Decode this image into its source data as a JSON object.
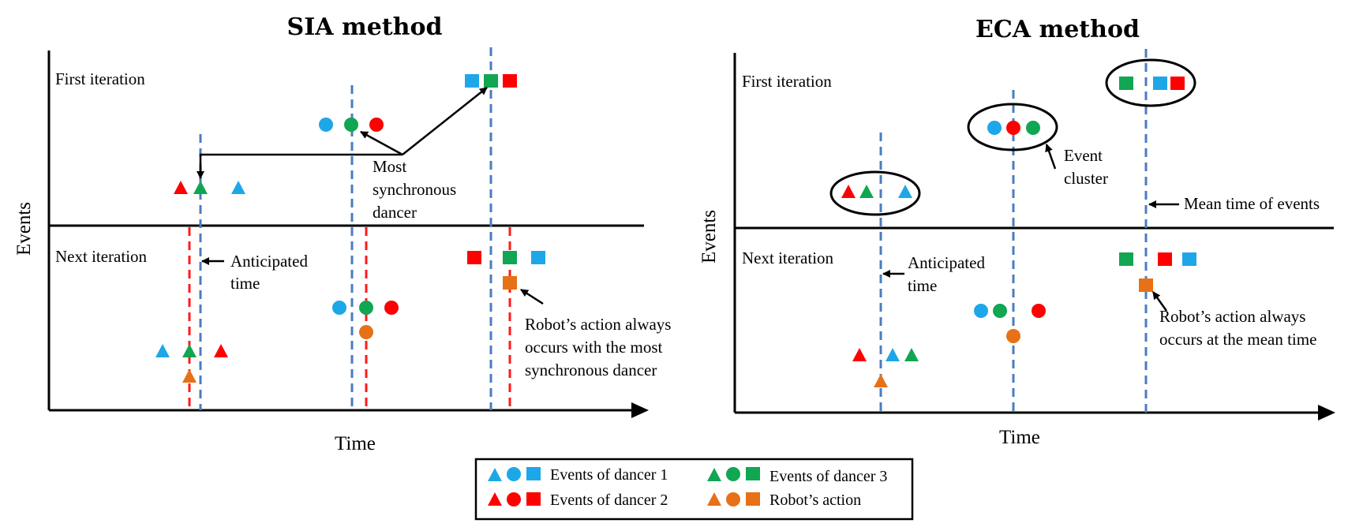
{
  "colors": {
    "dancer1": "#1ea7e8",
    "dancer2": "#ff0000",
    "dancer3": "#11a652",
    "robot": "#e67117",
    "blue_line": "#4a7cc0",
    "red_line": "#ff1a1a"
  },
  "sia": {
    "title": "SIA method",
    "first_iteration": "First iteration",
    "next_iteration": "Next iteration",
    "xlabel": "Time",
    "ylabel": "Events",
    "annotation_sync": [
      "Most",
      "synchronous",
      "dancer"
    ],
    "annotation_anticipated": [
      "Anticipated",
      "time"
    ],
    "annotation_robot": [
      "Robot’s action always",
      "occurs with the most",
      "synchronous dancer"
    ]
  },
  "eca": {
    "title": "ECA method",
    "first_iteration": "First iteration",
    "next_iteration": "Next iteration",
    "xlabel": "Time",
    "ylabel": "Events",
    "annotation_cluster": [
      "Event",
      "cluster"
    ],
    "annotation_mean": "Mean time of events",
    "annotation_anticipated": [
      "Anticipated",
      "time"
    ],
    "annotation_robot": [
      "Robot’s action always",
      "occurs at the mean time"
    ]
  },
  "legend": {
    "dancer1": "Events of dancer 1",
    "dancer2": "Events of dancer 2",
    "dancer3": "Events of dancer 3",
    "robot": "Robot’s action"
  }
}
